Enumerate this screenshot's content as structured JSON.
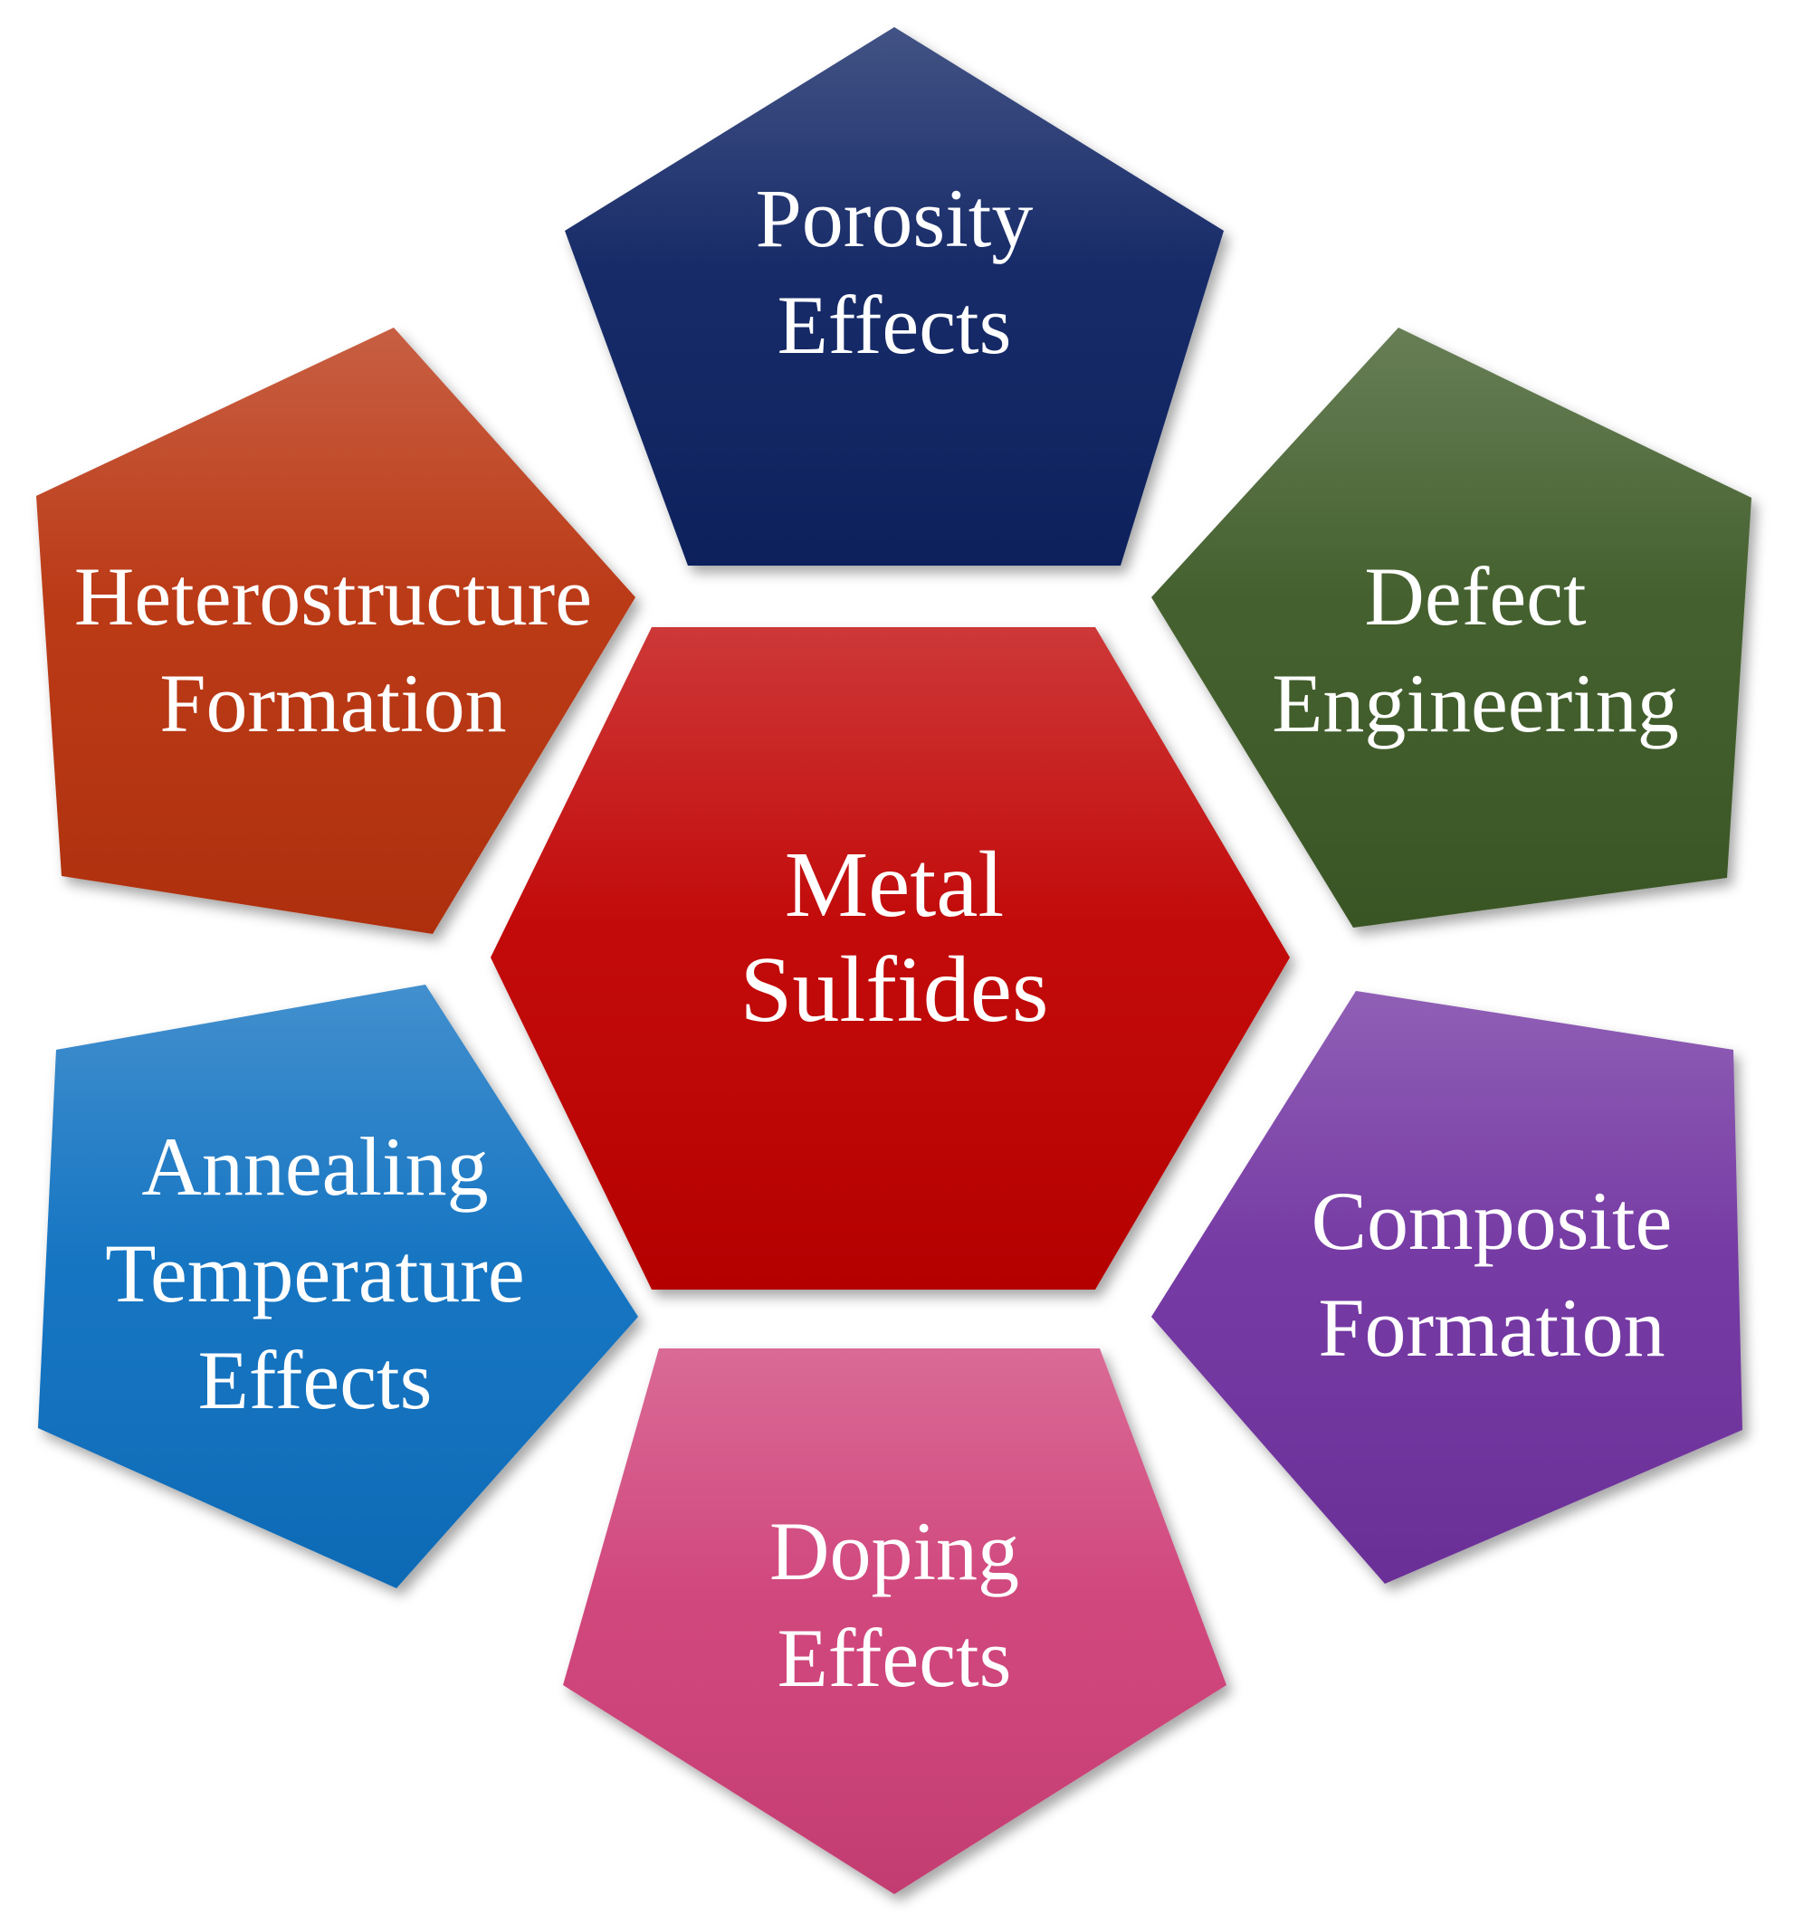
{
  "center": {
    "lines": [
      "Metal",
      "Sulfides"
    ],
    "color": "#C00000"
  },
  "nodes": [
    {
      "id": "porosity",
      "lines": [
        "Porosity",
        "Effects"
      ],
      "color": "#0D2362"
    },
    {
      "id": "defect",
      "lines": [
        "Defect",
        "Engineering"
      ],
      "color": "#3D5A27"
    },
    {
      "id": "composite",
      "lines": [
        "Composite",
        "Formation"
      ],
      "color": "#7030A0"
    },
    {
      "id": "doping",
      "lines": [
        "Doping",
        "Effects"
      ],
      "color": "#CF3F78"
    },
    {
      "id": "annealing",
      "lines": [
        "Annealing",
        "Temperature",
        "Effects"
      ],
      "color": "#0E70C0"
    },
    {
      "id": "heterostructure",
      "lines": [
        "Heterostructure",
        "Formation"
      ],
      "color": "#B83210"
    }
  ]
}
